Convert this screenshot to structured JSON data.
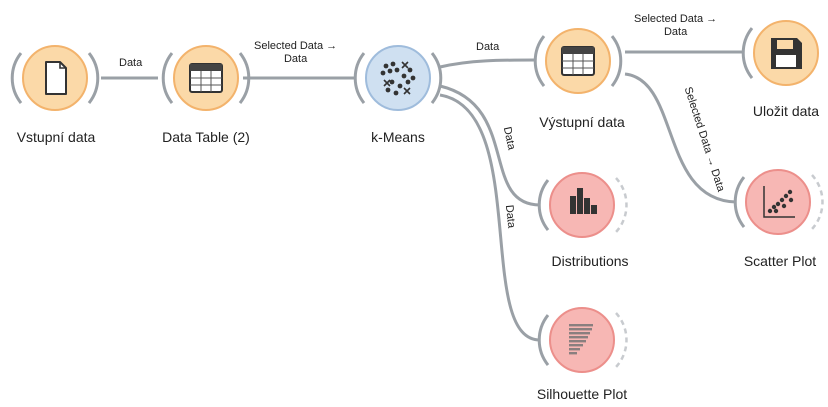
{
  "nodes": [
    {
      "id": "vstupni",
      "label": "Vstupní data",
      "icon": "file-icon",
      "kind": "orange"
    },
    {
      "id": "datatable2",
      "label": "Data Table (2)",
      "icon": "table-icon",
      "kind": "orange"
    },
    {
      "id": "kmeans",
      "label": "k-Means",
      "icon": "kmeans-icon",
      "kind": "blue"
    },
    {
      "id": "vystupni",
      "label": "Výstupní data",
      "icon": "table-icon",
      "kind": "orange"
    },
    {
      "id": "ulozit",
      "label": "Uložit data",
      "icon": "save-icon",
      "kind": "orange"
    },
    {
      "id": "distributions",
      "label": "Distributions",
      "icon": "bar-chart-icon",
      "kind": "red"
    },
    {
      "id": "silhouette",
      "label": "Silhouette Plot",
      "icon": "silhouette-icon",
      "kind": "red"
    },
    {
      "id": "scatter",
      "label": "Scatter Plot",
      "icon": "scatter-icon",
      "kind": "red"
    }
  ],
  "links": {
    "l1": "Data",
    "l2_line1": "Selected Data →",
    "l2_line2": "Data",
    "l3": "Data",
    "l4_line1": "Selected Data →",
    "l4_line2": "Data",
    "l5": "Selected Data → Data",
    "l6": "Data",
    "l7": "Data"
  },
  "colors": {
    "orange_fill": "#fbd9a8",
    "orange_stroke": "#f3b36c",
    "blue_fill": "#cfe0f1",
    "blue_stroke": "#9fbcdc",
    "red_fill": "#f7b7b4",
    "red_stroke": "#ec8f8b",
    "link": "#9aa0a6",
    "arc": "#9aa0a6"
  }
}
